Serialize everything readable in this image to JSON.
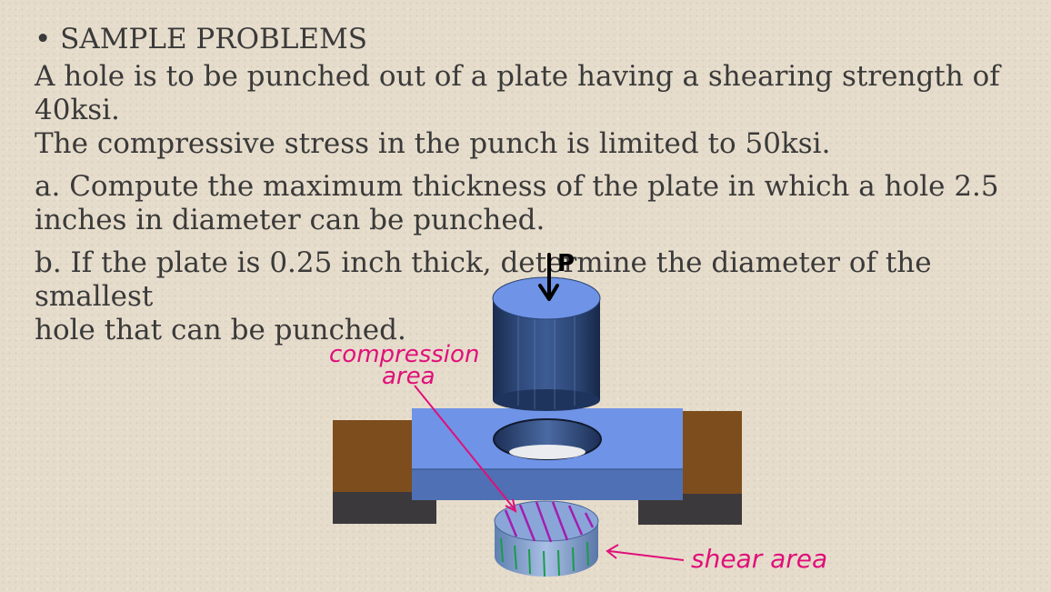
{
  "slide": {
    "heading": "• SAMPLE PROBLEMS",
    "problem_statement_line1": "A hole is to be punched out of a plate having a shearing strength of 40ksi.",
    "problem_statement_line2": "The compressive stress in the punch is limited to 50ksi.",
    "part_a_line1": "a. Compute the maximum thickness of the plate in which a hole 2.5",
    "part_a_line2": "inches in diameter can be punched.",
    "part_b_line1": "b. If the plate is 0.25 inch thick, determine the diameter of the smallest",
    "part_b_line2": "hole that can be punched."
  },
  "diagram": {
    "load_label": "P",
    "compression_label_line1": "compression",
    "compression_label_line2": "area",
    "shear_label": "shear area"
  },
  "colors": {
    "background": "#e6dccb",
    "text": "#3a3a3a",
    "plate": "#6f93e6",
    "support": "#7e4d1d",
    "support_base": "#3c393c",
    "punch": "#233a63",
    "annotation": "#e0107a",
    "hatch": "#a21eb0",
    "shear_marks": "#1a9c4a"
  }
}
